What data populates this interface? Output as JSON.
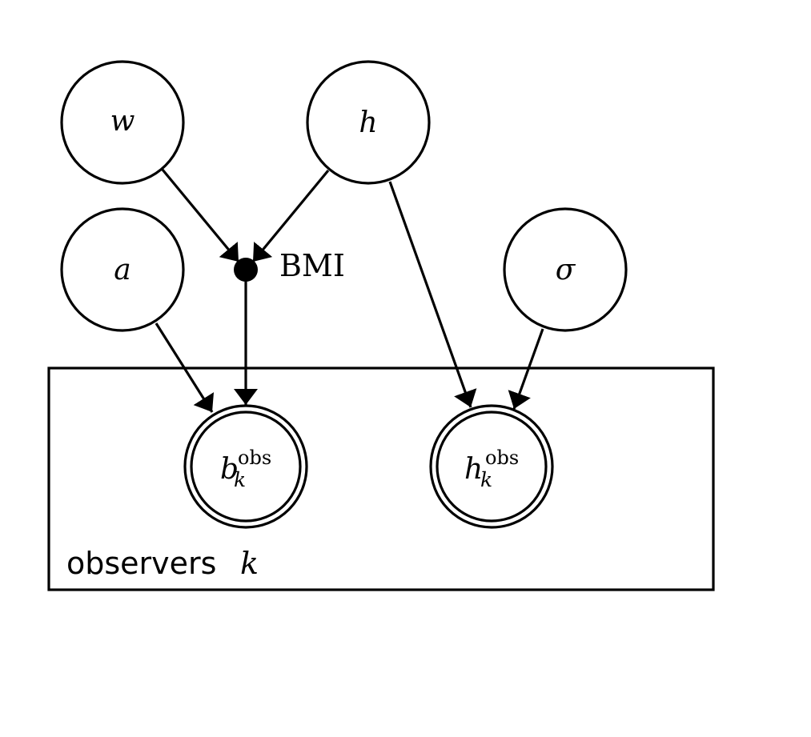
{
  "diagram": {
    "nodes": {
      "w": {
        "label": "w"
      },
      "h": {
        "label": "h"
      },
      "a": {
        "label": "a"
      },
      "sigma": {
        "label": "σ"
      },
      "bmi": {
        "label": "BMI"
      },
      "b_obs": {
        "base": "b",
        "sub": "k",
        "sup": "obs"
      },
      "h_obs": {
        "base": "h",
        "sub": "k",
        "sup": "obs"
      }
    },
    "plate": {
      "label": "observers",
      "index": "k"
    },
    "edges": [
      {
        "from": "w",
        "to": "bmi"
      },
      {
        "from": "h",
        "to": "bmi"
      },
      {
        "from": "bmi",
        "to": "b_obs"
      },
      {
        "from": "a",
        "to": "b_obs"
      },
      {
        "from": "h",
        "to": "h_obs"
      },
      {
        "from": "sigma",
        "to": "h_obs"
      }
    ]
  }
}
